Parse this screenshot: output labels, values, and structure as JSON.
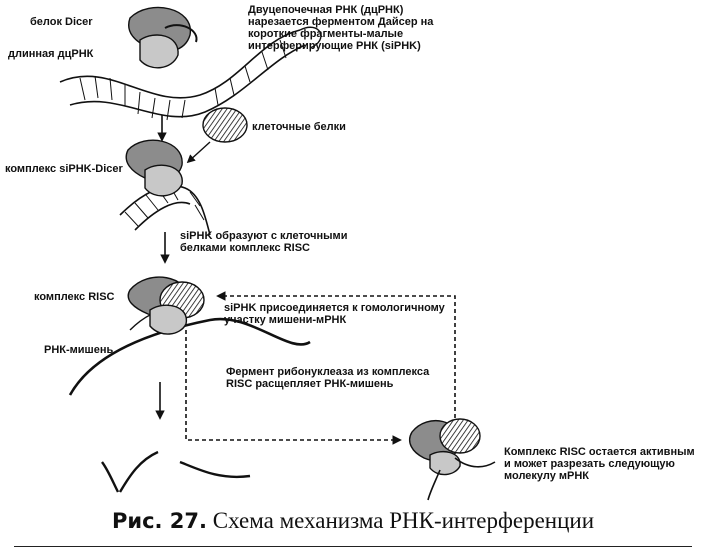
{
  "labels": {
    "dicer_protein": "белок Dicer",
    "long_dsrna": "длинная дцРНК",
    "dsrna_desc": [
      "Двуцепочечная РНК (дцРНК)",
      "нарезается ферментом Дайсер на",
      "короткие фрагменты-малые",
      "интерферирующие РНК (siPHK)"
    ],
    "cellular_proteins": "клеточные белки",
    "sirna_dicer_complex": "комплекс siPHK-Dicer",
    "risc_formation": [
      "siPHK образуют с клеточными",
      "белками комплекс RISC"
    ],
    "risc_complex": "комплекс RISC",
    "sirna_binds": [
      "siPHK присоединяется к гомологичному",
      "участку мишени-мРНК"
    ],
    "target_rna": "РНК-мишень",
    "ribonuclease_cleaves": [
      "Фермент рибонуклеаза из комплекса",
      "RISC расщепляет РНК-мишень"
    ],
    "risc_active": [
      "Комплекс RISC остается активным",
      "и может разрезать следующую",
      "молекулу мРНК"
    ]
  },
  "caption": {
    "number": "Рис. 27.",
    "text": "Схема механизма РНК-интерференции"
  },
  "colors": {
    "ink": "#111111",
    "protein_shade": "#8c8c8c",
    "protein_light": "#c8c8c8"
  }
}
